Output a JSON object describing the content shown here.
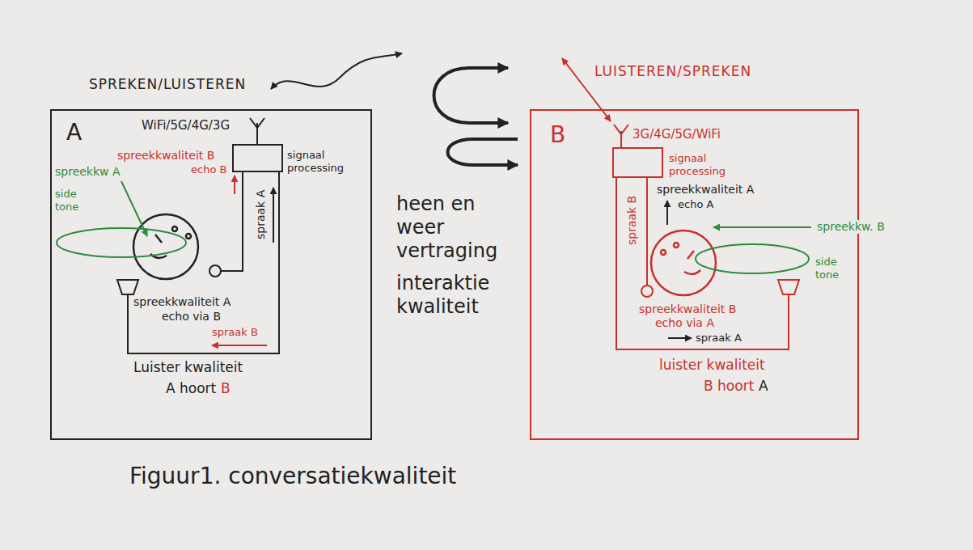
{
  "diagram": {
    "caption": "Figuur1. conversatiekwaliteit",
    "nodes": [
      {
        "text": [
          "SPREKEN/LUISTEREN",
          "A"
        ]
      },
      {
        "text": [
          "signaal processing"
        ],
        "in": 0
      },
      {
        "text": [
          "LUISTEREN/SPREKEN",
          "B"
        ]
      },
      {
        "text": [
          "signaal processing"
        ],
        "in": 2
      }
    ],
    "labels": [
      "WiFi/5G/4G/3G",
      "spreekkwaliteit B",
      "echo B",
      "spraak A",
      "spreekkw A",
      "side tone",
      "spreekkwaliteit A",
      "echo via B",
      "spraak B",
      "Luister kwaliteit",
      "A hoort",
      "B",
      "3G/4G/5G/WiFi",
      "spreekkwaliteit A",
      "echo A",
      "spraak B",
      "spreekkw. B",
      "side tone",
      "spreekkwaliteit B",
      "echo via A",
      "spraak A",
      "luister kwaliteit",
      "B hoort",
      "A",
      "heen en weer vertraging",
      "interaktie kwaliteit"
    ]
  }
}
